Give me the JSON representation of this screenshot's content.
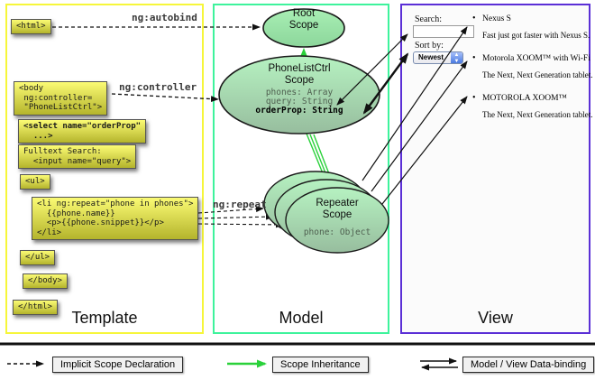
{
  "columns": {
    "template": "Template",
    "model": "Model",
    "view": "View"
  },
  "template_code": {
    "html_open": "<html>",
    "body_open": "<body\n ng:controller=\n \"PhoneListCtrl\">",
    "select": "<select name=\"orderProp\"\n  ...>",
    "fulltext": "Fulltext Search:\n  <input name=\"query\">",
    "ul_open": "<ul>",
    "li_repeat": "<li ng:repeat=\"phone in phones\">\n  {{phone.name}}\n  <p>{{phone.snippet}}</p>\n</li>",
    "ul_close": "</ul>",
    "body_close": "</body>",
    "html_close": "</html>"
  },
  "edges": {
    "autobind": "ng:autobind",
    "controller": "ng:controller",
    "repeat": "ng:repeat"
  },
  "model": {
    "root_scope": {
      "title": "Root\nScope"
    },
    "phonelist_scope": {
      "title": "PhoneListCtrl\nScope",
      "prop_phones": "phones: Array",
      "prop_query": "query: String",
      "prop_order": "orderProp: String"
    },
    "repeater_scope": {
      "title": "Repeater\nScope",
      "prop_phone": "phone: Object"
    }
  },
  "view": {
    "search_label": "Search:",
    "search_value": "",
    "sort_label": "Sort by:",
    "sort_value": "Newest",
    "items": [
      {
        "title": "Nexus S",
        "desc": "Fast just got faster with Nexus S."
      },
      {
        "title": "Motorola XOOM™ with Wi-Fi",
        "desc": "The Next, Next Generation tablet."
      },
      {
        "title": "MOTOROLA XOOM™",
        "desc": "The Next, Next Generation tablet."
      }
    ]
  },
  "legend": {
    "implicit": "Implicit Scope Declaration",
    "inheritance": "Scope Inheritance",
    "binding": "Model / View Data-binding"
  },
  "colors": {
    "template_border": "#f6f63a",
    "model_border": "#3ef39c",
    "view_border": "#5b2fd6",
    "scope_green": "#2ad13a",
    "box_yellow_top": "#fbfb74",
    "box_yellow_bottom": "#b4b42c"
  }
}
